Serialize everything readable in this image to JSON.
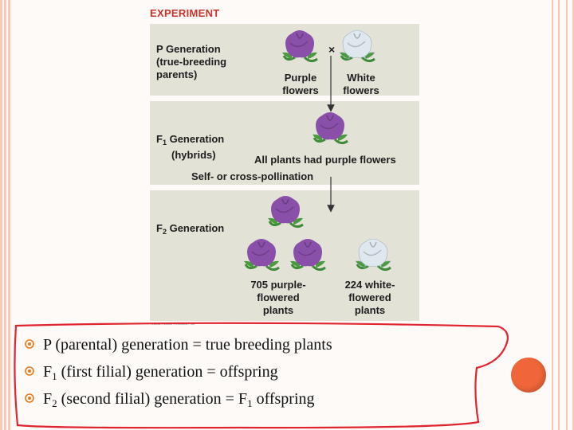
{
  "experiment": {
    "title": "EXPERIMENT",
    "p_generation": {
      "label_line1": "P Generation",
      "label_line2": "(true-breeding",
      "label_line3": "parents)",
      "cross_symbol": "×",
      "purple_line1": "Purple",
      "purple_line2": "flowers",
      "white_line1": "White",
      "white_line2": "flowers"
    },
    "f1_generation": {
      "label_letter": "F",
      "label_sub": "1",
      "label_rest": " Generation",
      "label_line2": "(hybrids)",
      "result": "All plants had purple flowers",
      "pollination": "Self- or cross-pollination"
    },
    "f2_generation": {
      "label_letter": "F",
      "label_sub": "2",
      "label_rest": " Generation",
      "purple_line1": "705 purple-",
      "purple_line2": "flowered",
      "purple_line3": "plants",
      "white_line1": "224 white-",
      "white_line2": "flowered",
      "white_line3": "plants"
    },
    "credit": "©2011 Pearson Education, Inc."
  },
  "bullets": [
    {
      "text": "P (parental) generation = true breeding plants"
    },
    {
      "pre": "F",
      "sub": "1",
      "post": " (first filial) generation = offspring"
    },
    {
      "pre": "F",
      "sub": "2",
      "post": " (second filial) generation = F",
      "sub2": "1",
      "post2": " offspring"
    }
  ],
  "colors": {
    "accent_red": "#c8332c",
    "bullet_orange": "#e8791a",
    "orange_dot": "#f0663a",
    "panel_bg": "#e3e2d7"
  },
  "icons": [
    "purple-flower-icon",
    "white-flower-icon",
    "down-arrow-icon",
    "bullet-icon",
    "orange-circle-icon"
  ]
}
